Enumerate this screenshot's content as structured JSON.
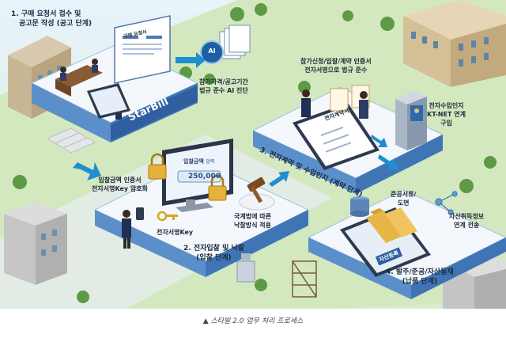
{
  "brand": "StarBill",
  "steps": [
    {
      "line1": "1. 구매 요청서 접수 및",
      "line2": "공고문 작성 (공고 단계)"
    },
    {
      "line1": "2. 전자입찰 및 낙찰",
      "line2": "(입찰 단계)"
    },
    {
      "line1": "3. 전자계약 및 수입인지 (계약 단계)",
      "line2": ""
    },
    {
      "line1": "4. 발주/준공/자산등재",
      "line2": "(납품 단계)"
    }
  ],
  "labels": {
    "ai_check_1": "참가자격/공고기간",
    "ai_check_2": "법규 준수 AI 진단",
    "ai_badge": "AI",
    "encrypt_1": "입찰금액 인증서",
    "encrypt_2": "전자서명Key 암호화",
    "sign_key": "전자서명Key",
    "award_1": "국계법에 따른",
    "award_2": "낙찰방식 적용",
    "bid_amount_title": "입찰금액",
    "bid_amount_sub": "입력",
    "bid_amount_value": "250,000",
    "contract_1": "참가신청/입찰/계약 인증서",
    "contract_2": "전자서명으로 법규 준수",
    "stamp_1": "전자수입인지",
    "stamp_2": "KT-NET 연계",
    "stamp_3": "구입",
    "contract_doc": "전자계약서",
    "docs_1": "준공서류/",
    "docs_2": "도면",
    "asset_1": "자산취득정보",
    "asset_2": "연계 전송",
    "asset_tab": "자산등록",
    "pc_tag": "구매 요청서"
  },
  "caption": "▲ 스타빌 2.0 업무 처리 프로세스",
  "colors": {
    "ground": "#cfe6b8",
    "path": "#5aa0d8",
    "platform": "#f3f6fa",
    "platform_side": "#7da9d6",
    "arrow": "#1f8fcf",
    "building": "#c9b79c",
    "lock": "#e6b23a"
  }
}
